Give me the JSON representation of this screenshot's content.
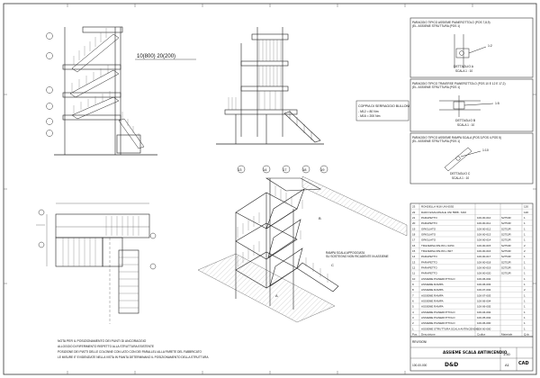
{
  "views": {
    "elevation_1_label": "10(800)  20(200)",
    "cross_section_note": [
      "COPPIA DI SERRAGGIO BULLONI",
      "- M12 = 80 Nm",
      "- M16 = 200 Nm"
    ],
    "iso_callouts": [
      "13",
      "14",
      "17",
      "18",
      "19"
    ],
    "iso_letters": [
      "A",
      "B",
      "C"
    ],
    "iso_note": [
      "RAMPA SCALA APPOGGIATA",
      "SU SOSTEGNO NON RICADENTE IN ASSIEME"
    ],
    "plan_notes": [
      "NOTA PER IL POSIZIONAMENTO DEI PUNTI DI ANCORAGGIO",
      "ALLOGGIO DI RIFERIMENTO RISPETTO ALLA STRUTTURA ESISTENTE",
      "POSIZIONE DEI PIATTI DELLE COLONNE CON LATO CON DEI PARALLELI ALLA PARETE DEL FABBRICATO",
      "LE MISURE E' EVIDENZIATE NELLA VISTA IN PIANTA DETERMINANO IL POSIZIONAMENTO DELLA STRUTTURA"
    ]
  },
  "details": [
    {
      "title": "PARAGGIO TIPICO ASSIEME PIANEROTTOLO (POS 7,8,9)",
      "subtitle": "(EL. ASSIEME STRUTTURA (POS 1)",
      "callout": "1:2",
      "scale_title": "DETTAGLIO A",
      "scale": "SCALA 1 : 10"
    },
    {
      "title": "PARAGGIO TIPICO TRAVERSE PIANEROTTOLO (POS 10 E 12 E 17,2)",
      "subtitle": "(EL. ASSIEME STRUTTURA (POS 1)",
      "callout": "1:5",
      "scale_title": "DETTAGLIO B",
      "scale": "SCALA 1 : 10"
    },
    {
      "title": "PARAGGIO TIPICO ASSIEME RAMPA SCALA (POS 3,POS 4,POS 5)",
      "subtitle": "(EL. ASSIEME STRUTTURA (POS 1)",
      "callout": "1:10",
      "scale_title": "DETTAGLIO C",
      "scale": "SCALA 1 : 10"
    }
  ],
  "bom": {
    "rows": [
      [
        "23",
        "RONDELLA M16 UNI 6592",
        "",
        "",
        "120"
      ],
      [
        "22",
        "DADO ESAGONALE UNI 5588 - M16",
        "",
        "",
        "120"
      ],
      [
        "21",
        "PARAPETTO",
        "100-00-010",
        "S275JR",
        "1"
      ],
      [
        "20",
        "PARAPETTO",
        "100-00-011",
        "S275JR",
        "1"
      ],
      [
        "19",
        "GRIGLIATO",
        "100-00-012",
        "S275JR",
        "1"
      ],
      [
        "18",
        "GRIGLIATO",
        "100-00-013",
        "S275JR",
        "1"
      ],
      [
        "17",
        "GRIGLIATO",
        "100-00-014",
        "S275JR",
        "1"
      ],
      [
        "16",
        "TRAVERSA IPE 80 L=1054",
        "100-00-015",
        "S275JR",
        "2"
      ],
      [
        "15",
        "TRAVERSA IPE 80 L=607",
        "100-00-016",
        "S275JR",
        "2"
      ],
      [
        "14",
        "PARAPETTO",
        "100-00-017",
        "S275JR",
        "1"
      ],
      [
        "13",
        "PARAPETTO",
        "100-00-018",
        "S275JR",
        "1"
      ],
      [
        "12",
        "PARAPETTO",
        "100-00-019",
        "S275JR",
        "1"
      ],
      [
        "11",
        "PARAPETTO",
        "100-00-020",
        "S275JR",
        "1"
      ],
      [
        "10",
        "ASSIEME PIANEROTTOLO",
        "100-06-002",
        "",
        "1"
      ],
      [
        "9",
        "ASSIEME RAMPA",
        "100-06-003",
        "",
        "1"
      ],
      [
        "8",
        "ASSIEME RAMPA",
        "100-07-002",
        "",
        "2"
      ],
      [
        "7",
        "ASSIEME RAMPA",
        "100-07-003",
        "",
        "1"
      ],
      [
        "6",
        "ASSIEME RAMPA",
        "100-06-004",
        "",
        "1"
      ],
      [
        "5",
        "ASSIEME RAMPA",
        "100-06-005",
        "",
        "1"
      ],
      [
        "4",
        "ASSIEME PIANEROTTOLO",
        "100-04-002",
        "",
        "1"
      ],
      [
        "3",
        "ASSIEME PIANEROTTOLO",
        "100-05-002",
        "",
        "1"
      ],
      [
        "2",
        "ASSIEME PIANEROTTOLO",
        "100-06-000",
        "",
        "1"
      ],
      [
        "1",
        "ASSIEME STRUTTURA SCALA ANTINCENDIO",
        "100-00-000",
        "",
        "1"
      ]
    ],
    "header": [
      "Pos.",
      "Descrizione",
      "Codice",
      "Materiale",
      "Q.tà"
    ]
  },
  "title_block": {
    "project": "ASSIEME SCALA ANTINCENDIO",
    "drawing_no": "100-00-000",
    "scale": "1:50",
    "sheet_size": "A1",
    "company": "D&D",
    "label_rev": "REVISIONI",
    "cad_mark": "CAD"
  }
}
